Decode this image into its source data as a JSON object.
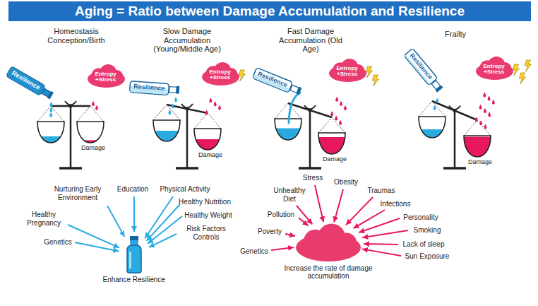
{
  "diagram": {
    "title": "Aging = Ratio between Damage Accumulation and Resilience",
    "nodes": [
      {
        "text": [
          "Resilience"
        ]
      },
      {
        "text": [
          "Entropy +Stress"
        ]
      },
      {
        "text": [
          "Resilience"
        ]
      },
      {
        "text": [
          "Entropy +Stress"
        ]
      },
      {
        "text": [
          "Resilience"
        ]
      },
      {
        "text": [
          "Entropy +Stress"
        ]
      },
      {
        "text": [
          "Resilience"
        ]
      },
      {
        "text": [
          "Entropy +Stress"
        ]
      },
      {
        "text": [
          "Enhance Resilience"
        ]
      },
      {
        "text": [
          "Increase the rate of damage accumulation"
        ]
      }
    ],
    "labels": [
      "Homeostasis Conception/Birth",
      "Slow Damage Accumulation (Young/Middle Age)",
      "Fast Damage Accumulation (Old Age)",
      "Frailty",
      "Damage",
      "Damage",
      "Damage",
      "Damage",
      "Nurturing Early Environment",
      "Education",
      "Physical Activity",
      "Healthy Nutrition",
      "Healthy Weight",
      "Risk Factors Controls",
      "Healthy Pregnancy",
      "Genetics",
      "Stress",
      "Obesity",
      "Unhealthy Diet",
      "Traumas",
      "Pollution",
      "Infections",
      "Poverty",
      "Personality",
      "Smoking",
      "Genetics",
      "Lack of sleep",
      "Sun Exposure"
    ]
  }
}
